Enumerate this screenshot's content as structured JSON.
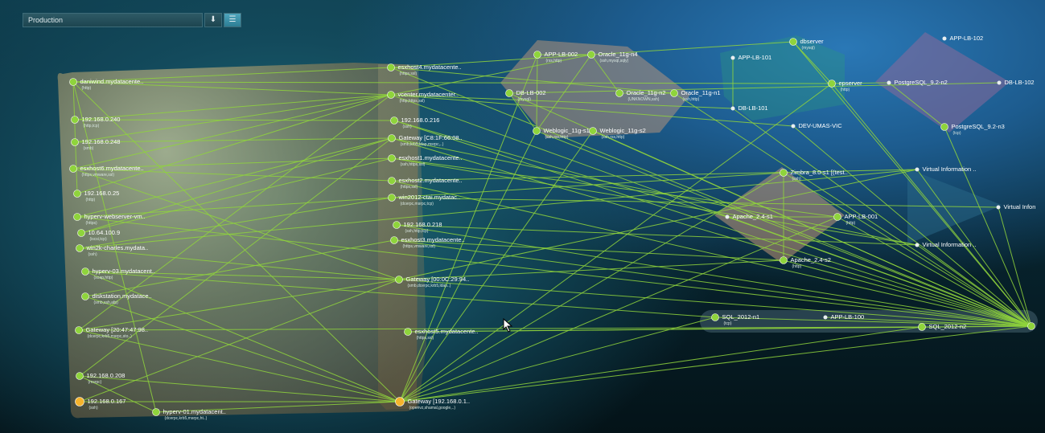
{
  "toolbar": {
    "environment": "Production",
    "download_icon": "download-icon",
    "list_icon": "list-icon"
  },
  "colors": {
    "edge": "#8fd43c",
    "node": "#8fd43c",
    "gateway_node": "#f5b32c",
    "plain_node": "#e8eef0"
  },
  "nodes": [
    {
      "id": "n1",
      "label": "daniwind.mydatacente..",
      "sub": "(http)"
    },
    {
      "id": "n2",
      "label": "192.168.0.240",
      "sub": "(http,tcp)"
    },
    {
      "id": "n3",
      "label": "192.168.0.248",
      "sub": "(smb)"
    },
    {
      "id": "n4",
      "label": "esxhost6.mydatacente..",
      "sub": "(https,vmware,ssl)"
    },
    {
      "id": "n5",
      "label": "192.168.0.25",
      "sub": "(http)"
    },
    {
      "id": "n6",
      "label": "hyperv-webserver-vm..",
      "sub": "(https)"
    },
    {
      "id": "n7",
      "label": "10.64.100.9",
      "sub": "(iscsi,tcp)"
    },
    {
      "id": "n8",
      "label": "win2k-charles.mydata..",
      "sub": "(ssh)"
    },
    {
      "id": "n9",
      "label": "hyperv-03.mydatacent..",
      "sub": "(soap,http)"
    },
    {
      "id": "n10",
      "label": "diskstation.mydatace..",
      "sub": "(smb,ssh,afp)"
    },
    {
      "id": "n11",
      "label": "Gateway [20:47:47:98..",
      "sub": "(dcerpc,krb5,msrpc,sto..)"
    },
    {
      "id": "n12",
      "label": "192.168.0.208",
      "sub": "(msrpc)"
    },
    {
      "id": "n13",
      "label": "192.168.0.167",
      "sub": "(ssh)"
    },
    {
      "id": "n14",
      "label": "hyperv-01.mydatacent..",
      "sub": "(dcerpc,krb5,msrpc,ht..)"
    },
    {
      "id": "n15",
      "label": "esxhost4.mydatacente..",
      "sub": "(https,ssl)"
    },
    {
      "id": "n16",
      "label": "vcenter.mydatacenter..",
      "sub": "(http,https,ssl)"
    },
    {
      "id": "n17",
      "label": "192.168.0.216",
      "sub": "(ssh)"
    },
    {
      "id": "n18",
      "label": "Gateway [C8:1F:66:08..",
      "sub": "(smb,krb5,ldap,msrpc,..)"
    },
    {
      "id": "n19",
      "label": "esxhost1.mydatacente..",
      "sub": "(ssh,https,ssl)"
    },
    {
      "id": "n20",
      "label": "esxhost2.mydatacente..",
      "sub": "(https,ssl)"
    },
    {
      "id": "n21",
      "label": "win2012-ctai.mydatac..",
      "sub": "(dcerpc,msrpc,tcp)"
    },
    {
      "id": "n22",
      "label": "192.168.0.218",
      "sub": "(ssh,http,tcp)"
    },
    {
      "id": "n23",
      "label": "esxhost3.mydatacente..",
      "sub": "(https,vmware,ssl)"
    },
    {
      "id": "n24",
      "label": "Gateway [00:0C:29:94..",
      "sub": "(smb,dcerpc,krb5,ldap..)"
    },
    {
      "id": "n25",
      "label": "esxhost5.mydatacente..",
      "sub": "(https,ssl)"
    },
    {
      "id": "n26",
      "label": "Gateway [192.168.0.1..",
      "sub": "(openvz,shamal,google,..)"
    },
    {
      "id": "n27",
      "label": "APP-LB-002",
      "sub": "(rss,http)"
    },
    {
      "id": "n28",
      "label": "Oracle_11g-n4",
      "sub": "(ssh,mysql,sqly)"
    },
    {
      "id": "n29",
      "label": "DB-LB-002",
      "sub": "(mysql)"
    },
    {
      "id": "n30",
      "label": "Oracle_11g-n2",
      "sub": "(UNKNOWN,ssh)"
    },
    {
      "id": "n31",
      "label": "Oracle_11g-n1",
      "sub": "(ssh,http)"
    },
    {
      "id": "n32",
      "label": "Weblogic_11g-s1",
      "sub": "(ssh,rss,http)"
    },
    {
      "id": "n33",
      "label": "Weblogic_11g-s2",
      "sub": "(ssh,rss,http)"
    },
    {
      "id": "n34",
      "label": "APP-LB-101",
      "sub": ""
    },
    {
      "id": "n35",
      "label": "dbserver",
      "sub": "(mysql)"
    },
    {
      "id": "n36",
      "label": "epserver",
      "sub": "(http)"
    },
    {
      "id": "n37",
      "label": "APP-LB-102",
      "sub": ""
    },
    {
      "id": "n38",
      "label": "PostgreSQL_9.2-n2",
      "sub": ""
    },
    {
      "id": "n39",
      "label": "DB-LB-102",
      "sub": ""
    },
    {
      "id": "n40",
      "label": "DB-LB-101",
      "sub": ""
    },
    {
      "id": "n41",
      "label": "DEV-UMAS-VIC",
      "sub": ""
    },
    {
      "id": "n42",
      "label": "PostgreSQL_9.2-n3",
      "sub": "(tcp)"
    },
    {
      "id": "n43",
      "label": "Zimbra_8.0-s1 [(test..",
      "sub": "(ssh)"
    },
    {
      "id": "n44",
      "label": "Apache_2.4-s1",
      "sub": ""
    },
    {
      "id": "n45",
      "label": "APP-LB-001",
      "sub": "(http)"
    },
    {
      "id": "n46",
      "label": "Apache_2.4-s2",
      "sub": "(http)"
    },
    {
      "id": "n47",
      "label": "Virtual Information ..",
      "sub": ""
    },
    {
      "id": "n48",
      "label": "Virtual Infon",
      "sub": ""
    },
    {
      "id": "n49",
      "label": "Virtual Information ..",
      "sub": ""
    },
    {
      "id": "n50",
      "label": "SQL_2012-n1",
      "sub": "(tcp)"
    },
    {
      "id": "n51",
      "label": "APP-LB-100",
      "sub": ""
    },
    {
      "id": "n52",
      "label": "SQL_2012-n2",
      "sub": ""
    },
    {
      "id": "n53",
      "label": "",
      "sub": ""
    }
  ],
  "edges": [
    [
      "n1",
      "n15"
    ],
    [
      "n1",
      "n16"
    ],
    [
      "n1",
      "n26"
    ],
    [
      "n1",
      "n14"
    ],
    [
      "n1",
      "n5"
    ],
    [
      "n1",
      "n36"
    ],
    [
      "n2",
      "n16"
    ],
    [
      "n3",
      "n16"
    ],
    [
      "n4",
      "n16"
    ],
    [
      "n4",
      "n19"
    ],
    [
      "n4",
      "n24"
    ],
    [
      "n5",
      "n16"
    ],
    [
      "n6",
      "n18"
    ],
    [
      "n6",
      "n21"
    ],
    [
      "n7",
      "n18"
    ],
    [
      "n8",
      "n24"
    ],
    [
      "n8",
      "n21"
    ],
    [
      "n9",
      "n26"
    ],
    [
      "n9",
      "n24"
    ],
    [
      "n10",
      "n26"
    ],
    [
      "n11",
      "n26"
    ],
    [
      "n11",
      "n16"
    ],
    [
      "n11",
      "n24"
    ],
    [
      "n12",
      "n26"
    ],
    [
      "n12",
      "n18"
    ],
    [
      "n13",
      "n26"
    ],
    [
      "n13",
      "n24"
    ],
    [
      "n14",
      "n26"
    ],
    [
      "n14",
      "n12"
    ],
    [
      "n15",
      "n53"
    ],
    [
      "n15",
      "n31"
    ],
    [
      "n16",
      "n53"
    ],
    [
      "n16",
      "n28"
    ],
    [
      "n16",
      "n41"
    ],
    [
      "n17",
      "n53"
    ],
    [
      "n18",
      "n53"
    ],
    [
      "n19",
      "n49"
    ],
    [
      "n20",
      "n53"
    ],
    [
      "n21",
      "n48"
    ],
    [
      "n22",
      "n53"
    ],
    [
      "n23",
      "n53"
    ],
    [
      "n24",
      "n53"
    ],
    [
      "n24",
      "n47"
    ],
    [
      "n25",
      "n53"
    ],
    [
      "n25",
      "n52"
    ],
    [
      "n26",
      "n53"
    ],
    [
      "n26",
      "n32"
    ],
    [
      "n26",
      "n36"
    ],
    [
      "n26",
      "n45"
    ],
    [
      "n26",
      "n27"
    ],
    [
      "n26",
      "n33"
    ],
    [
      "n26",
      "n43"
    ],
    [
      "n26",
      "n50"
    ],
    [
      "n27",
      "n32"
    ],
    [
      "n28",
      "n32"
    ],
    [
      "n28",
      "n30"
    ],
    [
      "n29",
      "n32"
    ],
    [
      "n30",
      "n31"
    ],
    [
      "n27",
      "n28"
    ],
    [
      "n36",
      "n38"
    ],
    [
      "n36",
      "n35"
    ],
    [
      "n38",
      "n42"
    ],
    [
      "n34",
      "n40"
    ],
    [
      "n44",
      "n45"
    ],
    [
      "n43",
      "n46"
    ],
    [
      "n45",
      "n53"
    ],
    [
      "n43",
      "n53"
    ],
    [
      "n46",
      "n53"
    ],
    [
      "n44",
      "n53"
    ],
    [
      "n47",
      "n53"
    ],
    [
      "n48",
      "n53"
    ],
    [
      "n49",
      "n53"
    ],
    [
      "n50",
      "n53"
    ],
    [
      "n51",
      "n53"
    ],
    [
      "n52",
      "n53"
    ],
    [
      "n31",
      "n53"
    ],
    [
      "n33",
      "n53"
    ],
    [
      "n32",
      "n53"
    ],
    [
      "n29",
      "n53"
    ],
    [
      "n36",
      "n53"
    ],
    [
      "n35",
      "n53"
    ],
    [
      "n40",
      "n53"
    ],
    [
      "n41",
      "n53"
    ],
    [
      "n39",
      "n29"
    ],
    [
      "n42",
      "n53"
    ],
    [
      "n16",
      "n40"
    ],
    [
      "n15",
      "n35"
    ],
    [
      "n19",
      "n45"
    ],
    [
      "n21",
      "n43"
    ],
    [
      "n23",
      "n46"
    ],
    [
      "n18",
      "n49"
    ],
    [
      "n24",
      "n46"
    ],
    [
      "n20",
      "n47"
    ],
    [
      "n17",
      "n44"
    ],
    [
      "n22",
      "n49"
    ],
    [
      "n26",
      "n52"
    ],
    [
      "n11",
      "n52"
    ],
    [
      "n9",
      "n50"
    ],
    [
      "n6",
      "n53"
    ],
    [
      "n8",
      "n47"
    ],
    [
      "n3",
      "n18"
    ],
    [
      "n2",
      "n17"
    ],
    [
      "n7",
      "n19"
    ],
    [
      "n10",
      "n23"
    ],
    [
      "n4",
      "n20"
    ]
  ]
}
